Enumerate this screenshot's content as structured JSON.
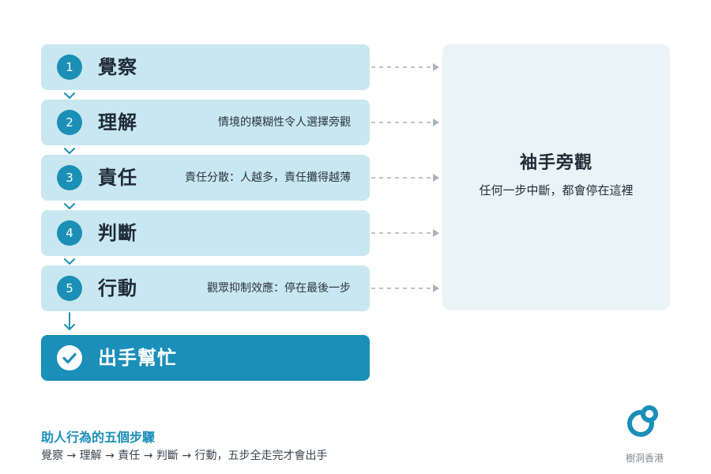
{
  "steps": [
    {
      "num": "1",
      "label": "覺察",
      "note": ""
    },
    {
      "num": "2",
      "label": "理解",
      "note": "情境的模糊性令人選擇旁觀"
    },
    {
      "num": "3",
      "label": "責任",
      "note": "責任分散：人越多，責任攤得越薄"
    },
    {
      "num": "4",
      "label": "判斷",
      "note": ""
    },
    {
      "num": "5",
      "label": "行動",
      "note": "觀眾抑制效應：停在最後一步"
    }
  ],
  "final": {
    "label": "出手幫忙",
    "icon": "check-icon"
  },
  "side_box": {
    "title": "袖手旁觀",
    "subtitle": "任何一步中斷，都會停在這裡"
  },
  "footer": {
    "title": "助人行為的五個步驟",
    "subtitle": "覺察 → 理解 → 責任 → 判斷 → 行動，五步全走完才會出手"
  },
  "brand": {
    "name": "樹洞香港",
    "icon": "treehole-logo-icon"
  },
  "colors": {
    "accent": "#1a8fb9",
    "step_bg": "#c9e7f0",
    "side_bg": "#eaf4f7",
    "connector": "#a9b3ba"
  }
}
